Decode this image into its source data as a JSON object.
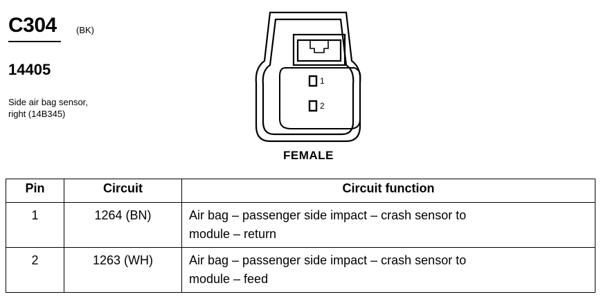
{
  "connector": {
    "id": "C304",
    "color": "(BK)",
    "part_number": "14405",
    "description": [
      "Side air bag sensor,",
      "right (14B345)"
    ]
  },
  "diagram": {
    "pin_labels": [
      "1",
      "2"
    ],
    "gender": "FEMALE"
  },
  "table": {
    "headers": [
      "Pin",
      "Circuit",
      "Circuit function"
    ],
    "rows": [
      {
        "pin": "1",
        "circuit": "1264 (BN)",
        "function": [
          "Air bag – passenger side impact – crash sensor to",
          "module – return"
        ]
      },
      {
        "pin": "2",
        "circuit": "1263 (WH)",
        "function": [
          "Air bag – passenger side impact – crash sensor to",
          "module – feed"
        ]
      }
    ]
  }
}
